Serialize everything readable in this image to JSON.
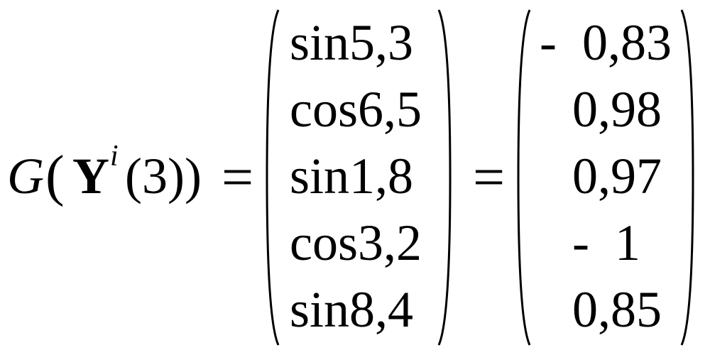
{
  "lhs": {
    "function": "G",
    "open_paren": "(",
    "variable": "Y",
    "superscript": "i",
    "argument": "(3))"
  },
  "equals_sign": "=",
  "left_vector": [
    "sin5,3",
    "cos6,5",
    "sin1,8",
    "cos3,2",
    "sin8,4"
  ],
  "right_vector": [
    "-  0,83",
    "0,98",
    "0,97",
    "-  1",
    "0,85"
  ]
}
